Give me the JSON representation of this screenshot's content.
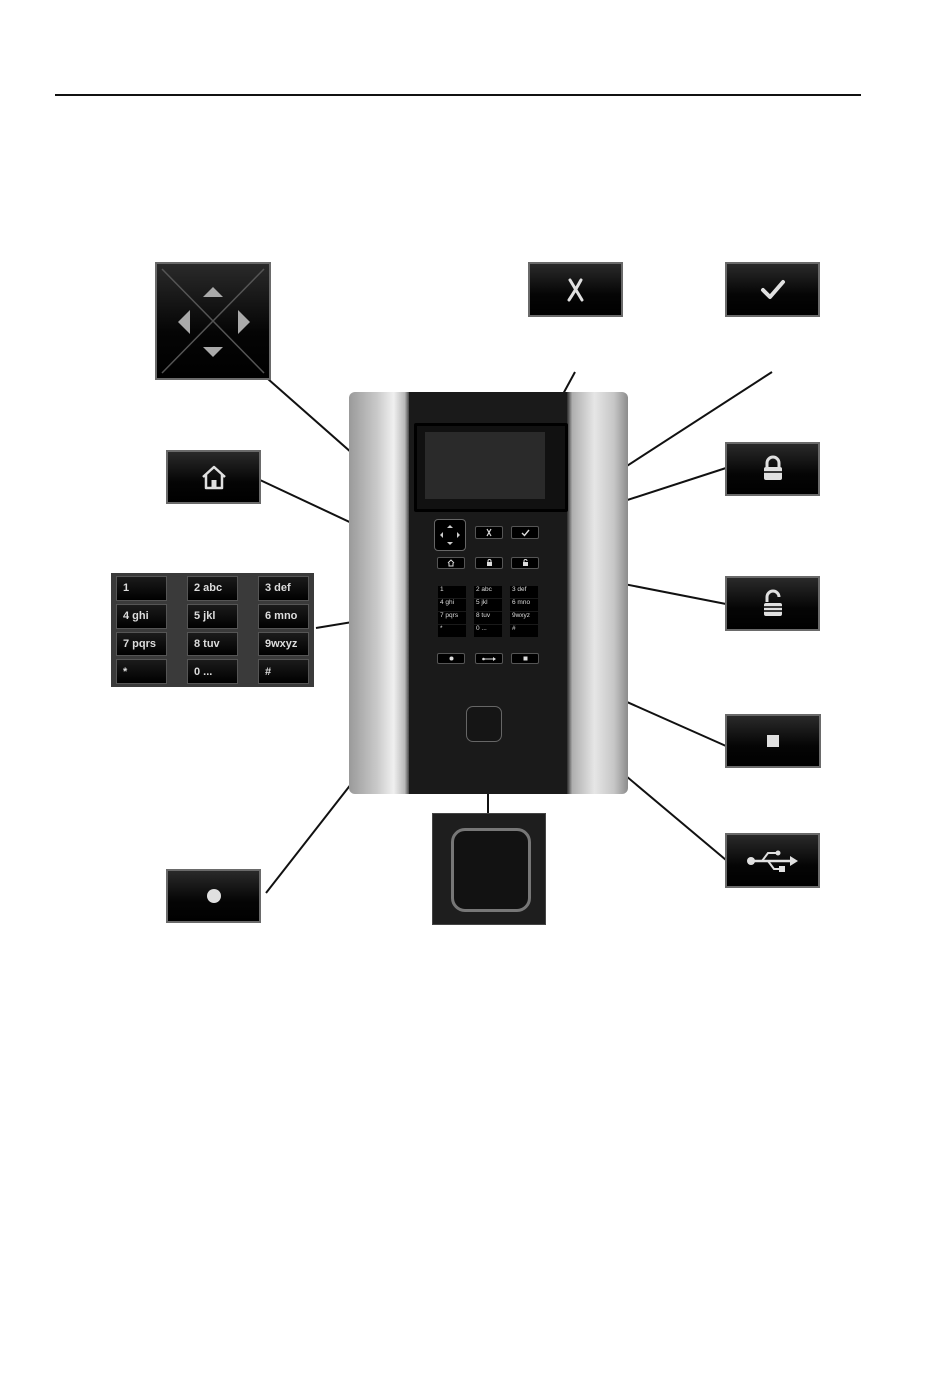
{
  "keypad": {
    "keys": [
      "1",
      "2 abc",
      "3 def",
      "4 ghi",
      "5 jkl",
      "6 mno",
      "7 pqrs",
      "8 tuv",
      "9wxyz",
      "*",
      "0 ...",
      "#"
    ]
  },
  "device_keypad": {
    "keys": [
      "1",
      "2 abc",
      "3 def",
      "4 ghi",
      "5 jkl",
      "6 mno",
      "7 pqrs",
      "8 tuv",
      "9wxyz",
      "*",
      "0 ...",
      "#"
    ]
  },
  "icons": {
    "navigation": "navigation-arrows-icon",
    "cancel": "cancel-x-icon",
    "confirm": "checkmark-icon",
    "home": "home-icon",
    "arm": "lock-closed-icon",
    "disarm": "lock-open-icon",
    "stop": "stop-square-icon",
    "usb": "usb-icon",
    "record": "dot-icon",
    "reader": "proximity-reader-icon"
  }
}
